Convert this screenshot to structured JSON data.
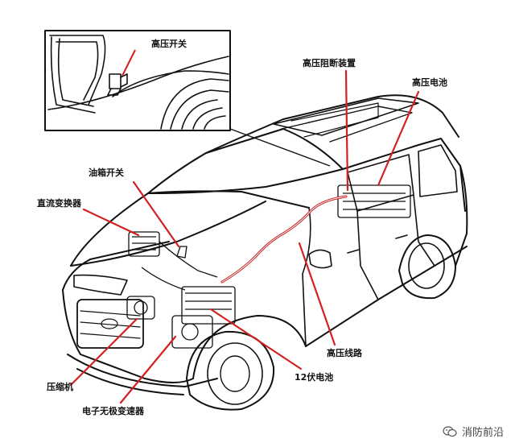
{
  "diagram": {
    "inset_label": "高压开关",
    "labels": {
      "hv_disconnect": "高压阻断装置",
      "hv_battery": "高压电池",
      "fuel_switch": "油箱开关",
      "dc_converter": "直流变换器",
      "hv_cable": "高压线路",
      "battery_12v": "12伏电池",
      "compressor": "压缩机",
      "ecvt": "电子无极变速器"
    },
    "colors": {
      "leader": "#d42020",
      "hv_cable": "#c81e1e",
      "line": "#111111"
    }
  },
  "watermark": {
    "text": "消防前沿",
    "icon": "wechat-icon"
  }
}
